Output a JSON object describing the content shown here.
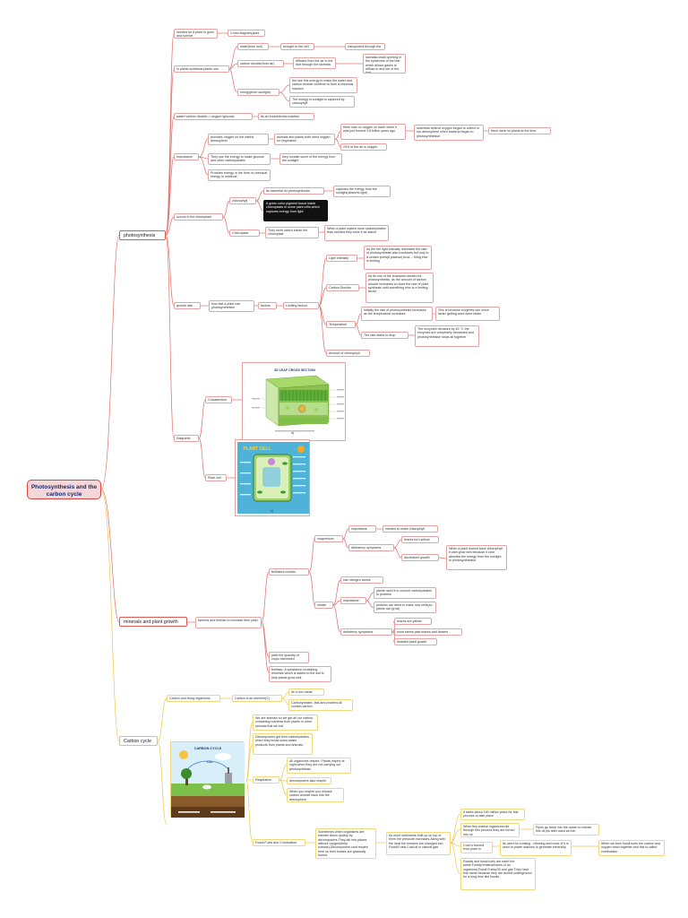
{
  "root": "Photosynthesis and the carbon cycle",
  "branches": {
    "photosynthesis": "photosynthesis",
    "minerals": "minerals and plant growth",
    "carbon": "Carbon cycle"
  },
  "p": {
    "needed": "needed for a plant to grow and survive",
    "cross_diagram": "Cross diagram(plant cell)",
    "plants_use": "in plants synthesis plants use",
    "water": "water(from soil)",
    "brought": "brought to the cell in the stem",
    "xylem": "transported through the xylem",
    "co2": "carbon dioxide(from air)",
    "diffuses": "diffuses from the air to the leaf through the stomata",
    "stomata": "stomata-small opening in the epidermis of the leaf which allows gases to diffuse in and out of the leaf",
    "energy": "energy(from sunlight)",
    "use_energy": "the use this energy to make the water and carbon dioxide combine to form a chemical reaction",
    "captured": "The energy is sunlight is captured by chlorophyll",
    "equation": "water+carbon dioxide-> oxygen+glucose",
    "endothermic": "its an endothermic reaction",
    "importance": "importance",
    "provides_oxygen": "provides oxygen for the earths atmosphere",
    "respiration": "animals and plants both need oxygen for respiration",
    "no_oxygen": "there was no oxygen on earth when it was just formed 4.6 billion years ago",
    "scientists": "scientists believe oxygen began to collect in our atmosphere when bacteria began to photosynthesise",
    "no_plants": "there were no plants at the time",
    "twenty": "20% of the air is oxygen",
    "glucose": "They use the energy to make glucose and other carbohydrates",
    "store": "they contain some of the energy from the sunlight",
    "provides_energy": "Provides energy in the form of chemical energy in nutrients",
    "occurs": "occurs in the chloroplast",
    "chlorophyll": "chlorophyll",
    "essential": "its essential for photosynthesis",
    "captures": "captures the energy from the sunlight(absorbs light)",
    "green": "A green color pigment found inside chloroplasts in some plant cells,which captures energy from light",
    "chloroplast": "Chloroplast",
    "starch": "They store starch inside the chloroplast",
    "more": "When a plant makes more carbohydrates than needed they store it as starch",
    "growth_rate": "growth rate",
    "how_fast": "how fast a plant can photosynthesise",
    "factors": "factors",
    "limiting": "Limiting factors",
    "light": "Light intensity",
    "light_desc": "As the the light intensity increases the rate of photosynthesis also increases but only to a certain point(A plateau) bcuz→ thing else is limiting",
    "co2_factor": "Carbon Dioxide",
    "co2_desc": "As its one of the reactants needed for photosynthesis, as the amount of carbon dioxide increases so does the rate of plant synthesis until something else is a limiting factor.",
    "temperature": "Temperature",
    "temp_initial": "Initially the rate of photosynthesis increases as the temperature increases",
    "enzymes_faster": "This is because enzymes can move faster getting work done faster",
    "stops": "The rate starts to drop",
    "denatured": "The enzymes denature by 45 °C the enzymes are completely denatured and photosynthesise stops all together",
    "amount_chl": "Amount of chlorophyll",
    "diagrams": "Diagrams",
    "crosssection": "Crosssection",
    "plant_cell": "Plant cell",
    "leaf_title": "3D LEAF CROSS SECTION",
    "cell_title": "PLANT CELL",
    "fig_a": "a)",
    "fig_b": "b)"
  },
  "m": {
    "farmers": "farmers and fertilise to increase their yield",
    "fert_contain": "fertilisers contain",
    "magnesium": "magnesium",
    "mg_importance": "importance",
    "mg_needed": "needed to make chlorophyll",
    "mg_def": "deficiency symptoms",
    "leaves_yellow": "leaves turn yellow",
    "decreased": "decreased growth",
    "doesnt_have": "When a plant doesnt have chlorophyll it cant grow well because it cant absorbe the energy from the sunlight to photosynthesise",
    "nitrate": "nitrate",
    "has_nitrogen": "has nitrogen atoms",
    "n_importance": "importance",
    "n_convert": "plants need it to convert carbohydrates to proteins",
    "n_proteins": "proteins are need to make new cells(so plants can grow)",
    "n_def": "deficiency symptoms",
    "n_leaves": "leaves are yellow",
    "n_short": "short stems,pale leaves and flowers",
    "n_dwarf": "dwarfed plant growth",
    "yield": "yield the quantity of crops harvested",
    "fertiliser": "fertiliser: A substance containing minerals which is added to the soil to help plants grow well"
  },
  "c": {
    "carbon_living": "Carbon and living organisms",
    "element": "Carbon is an element(C)",
    "nonmetal": "its a non metal",
    "carbs": "Carbohydrates ,fats and proteins all contain carbon.",
    "eat": "We are animals so we get all our carbon-containing nutrients from plants or other animals that we eat",
    "decomposers": "Decomposers get their carbohydrates when they break down waste products from plants and animals.",
    "respiration": "Respiration",
    "all_resp": "All organisms respire. Plants respire at night when they are not carrying out photosynthesis",
    "decomp_resp": "decomposers also respire",
    "release": "When you respire you release carbon dioxide back into the atmosphere.",
    "fossil": "Fossil Fuels and Combustion",
    "sometimes": "Sometimes when organisms are transfer down quickly by decomposers.They fall into places without oxygen(deep oceans).Decomposers cant respire here so their bodies are gradually buried.",
    "sediments": "As more sediments built up on top of them the pressure increases,Along with the heat the remains are changed into Fossil,Fuels,Coal,oil or natural gas",
    "millions": "It takes about 150 million years for this process to take place",
    "marine": "When tiny marine organisms die through this process they are turned into oil.",
    "pipes": "Pipes go deep into the ocean to extract this oil (its later used as fuel",
    "coal": "Coal is formed from plant in swamps",
    "used_for": "Its used for cooking , cleaning and most of it is used in power stations to generate electricity",
    "burn": "When we burn fossil fuels the carbon and oxygen react together and this is called combustion",
    "fuels": "Fossils and fossil fuels are earth the same.Fossil(remains/traces of an organism),Fossil Fuels(Oil and gas They have this name because they are buried underground for a long time like fossils",
    "cycle_title": "CARBON CYCLE",
    "fig_c": "c)"
  }
}
